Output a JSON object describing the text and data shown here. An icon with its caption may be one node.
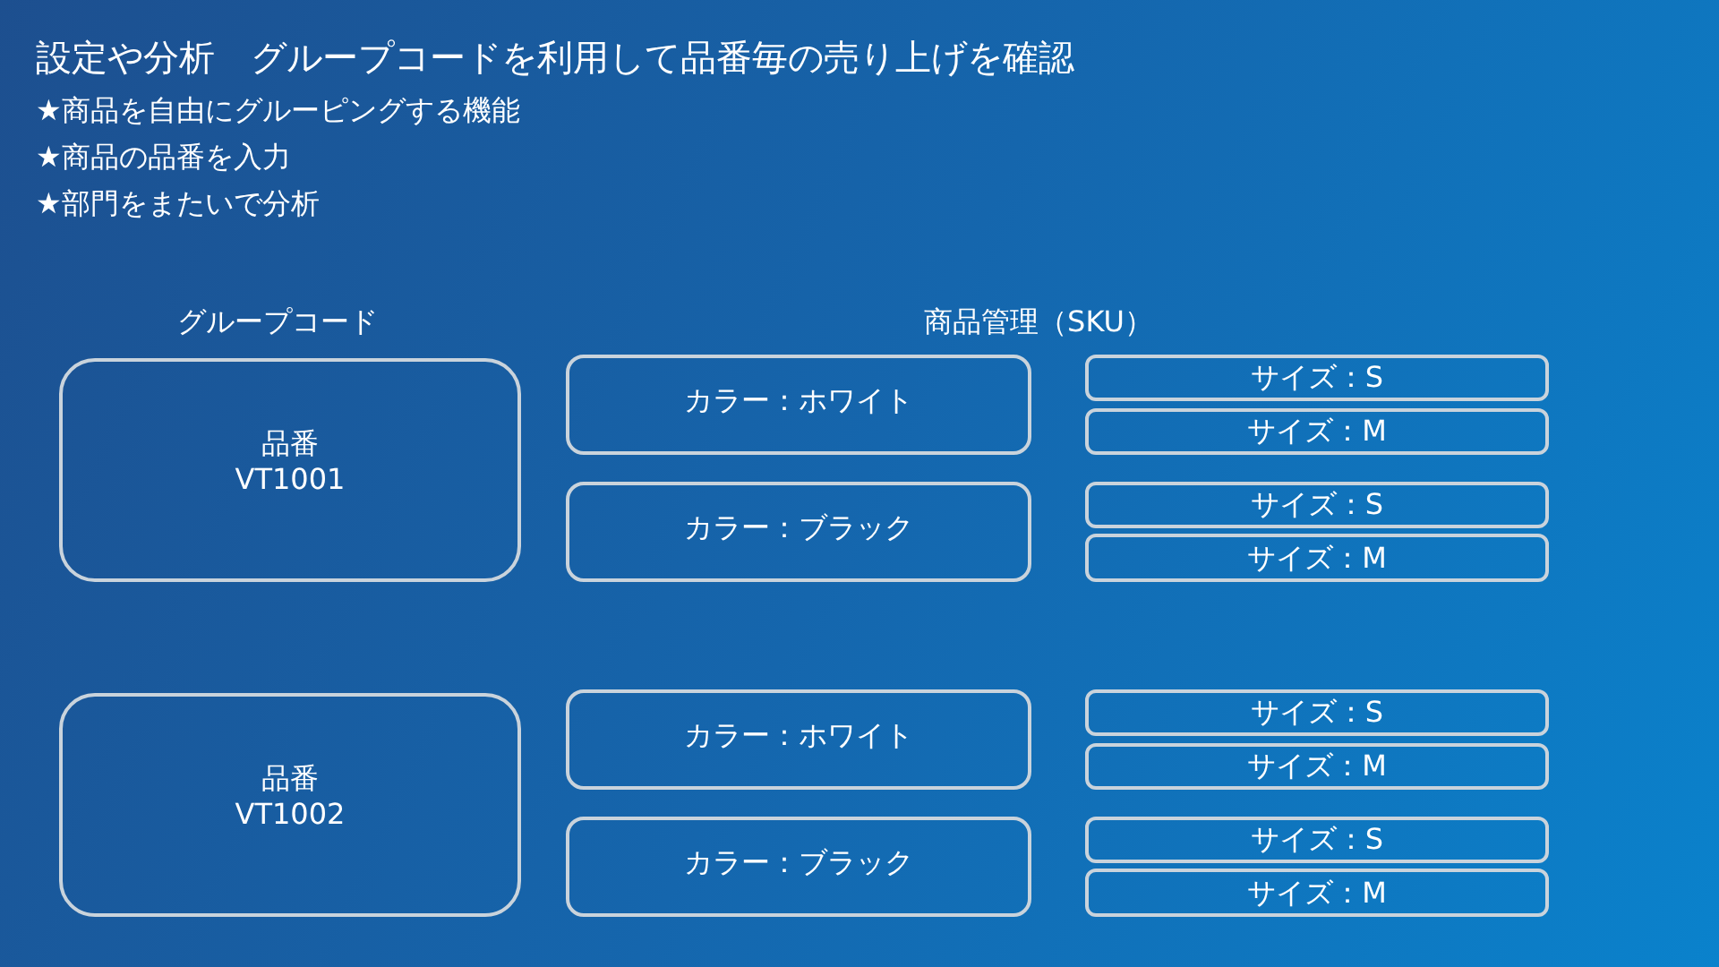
{
  "diagram": {
    "title": "設定や分析　グループコードを利用して品番毎の売り上げを確認",
    "nodes": [
      {
        "text": [
          "品番",
          "VT1001"
        ]
      },
      {
        "text": [
          "カラー：ホワイト"
        ]
      },
      {
        "text": [
          "サイズ：S"
        ]
      },
      {
        "text": [
          "サイズ：M"
        ]
      },
      {
        "text": [
          "カラー：ブラック"
        ]
      },
      {
        "text": [
          "サイズ：S"
        ]
      },
      {
        "text": [
          "サイズ：M"
        ]
      },
      {
        "text": [
          "品番",
          "VT1002"
        ]
      },
      {
        "text": [
          "カラー：ホワイト"
        ]
      },
      {
        "text": [
          "サイズ：S"
        ]
      },
      {
        "text": [
          "サイズ：M"
        ]
      },
      {
        "text": [
          "カラー：ブラック"
        ]
      },
      {
        "text": [
          "サイズ：S"
        ]
      },
      {
        "text": [
          "サイズ：M"
        ]
      }
    ],
    "labels": [
      "★商品を自由にグルーピングする機能",
      "★商品の品番を入力",
      "★部門をまたいで分析",
      "グループコード",
      "商品管理（SKU）"
    ]
  }
}
